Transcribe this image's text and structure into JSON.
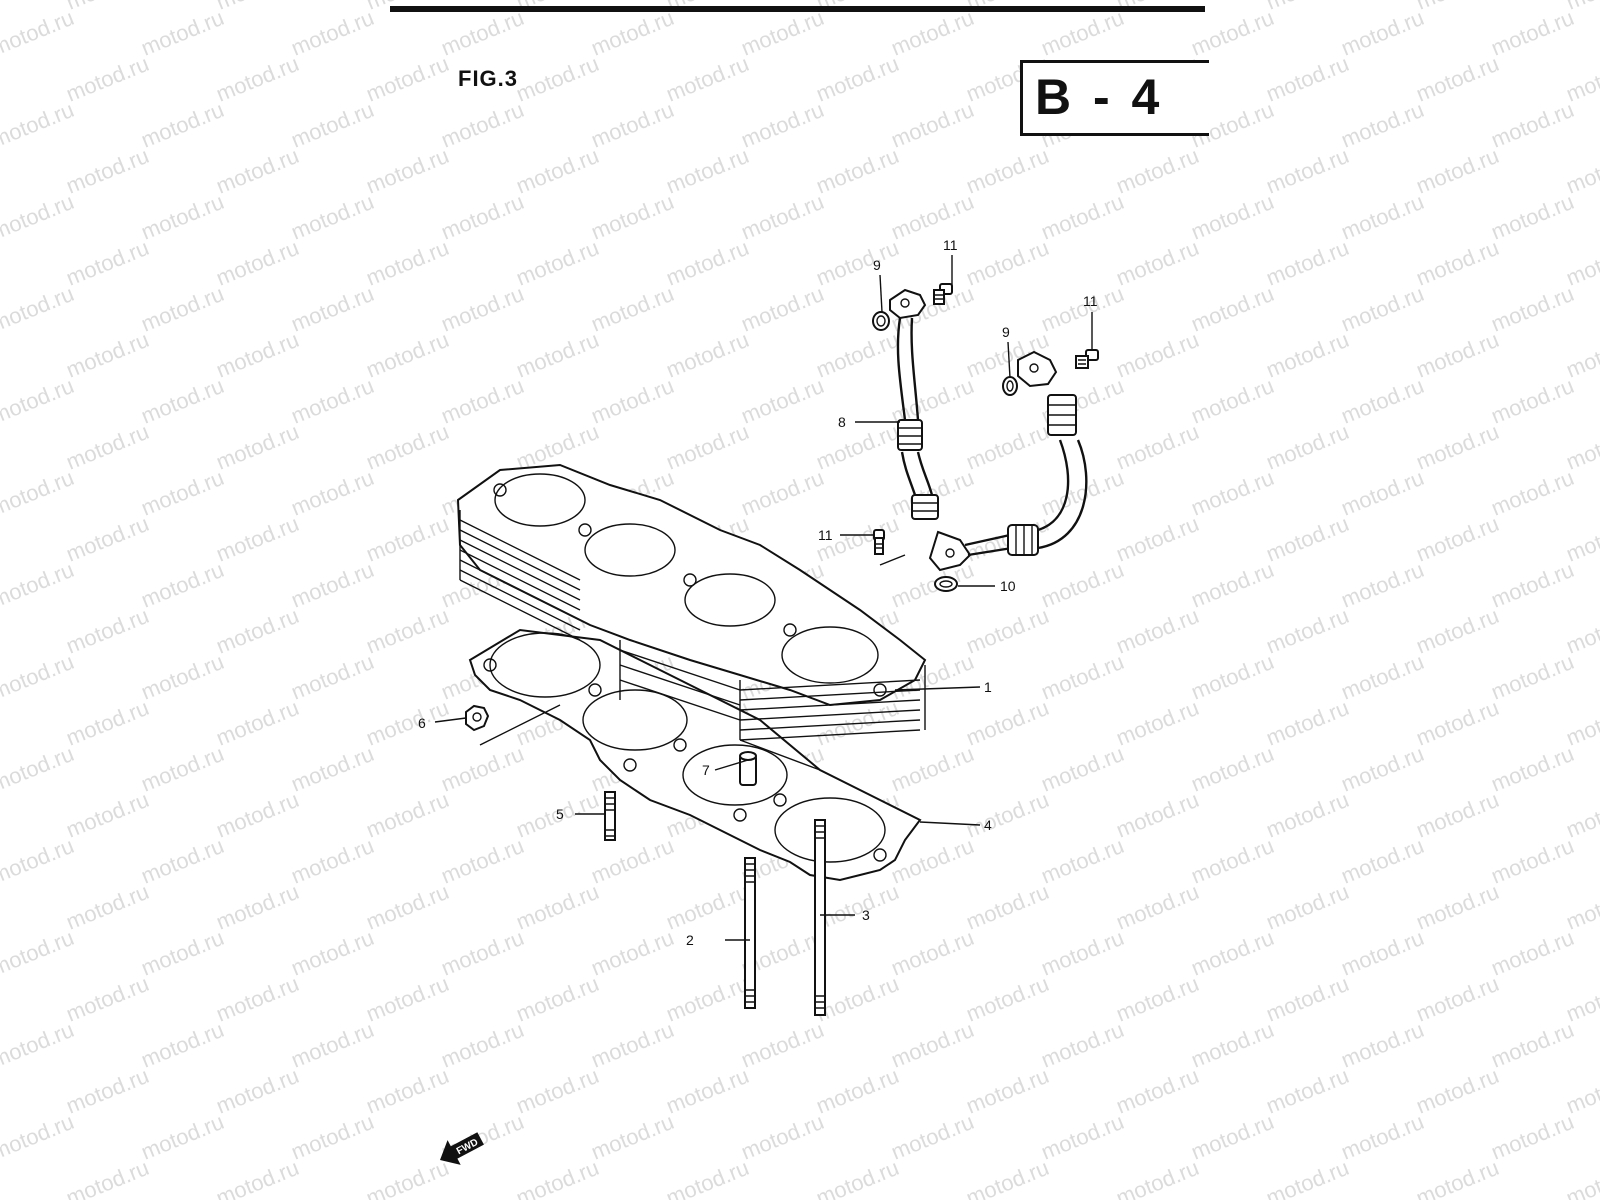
{
  "header": {
    "figure_label": "FIG.3",
    "section_code": "B - 4"
  },
  "watermark": {
    "text": "motod.ru"
  },
  "parts": [
    {
      "number": "1"
    },
    {
      "number": "2"
    },
    {
      "number": "3"
    },
    {
      "number": "4"
    },
    {
      "number": "5"
    },
    {
      "number": "6"
    },
    {
      "number": "7"
    },
    {
      "number": "8"
    },
    {
      "number": "9"
    },
    {
      "number": "9"
    },
    {
      "number": "10"
    },
    {
      "number": "11"
    },
    {
      "number": "11"
    },
    {
      "number": "11"
    }
  ],
  "direction_marker": {
    "text": "FWD"
  },
  "colors": {
    "ink": "#111111",
    "watermark": "#c9c9c9",
    "paper": "#ffffff"
  }
}
